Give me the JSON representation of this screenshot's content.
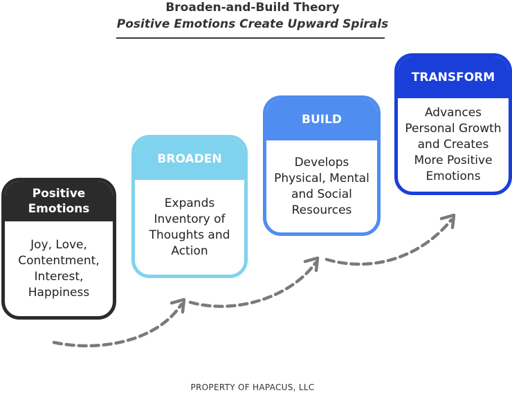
{
  "title": "Broaden-and-Build Theory",
  "subtitle": "Positive Emotions Create Upward Spirals",
  "footer": "PROPERTY OF HAPACUS, LLC",
  "colors": {
    "positive": "#2b2b2b",
    "broaden": "#7fd3ee",
    "build": "#4f8df0",
    "transform": "#1a3fd8",
    "arrow": "#7a7a7a"
  },
  "steps": [
    {
      "heading": "Positive Emotions",
      "body": "Joy, Love, Contentment, Interest, Happiness"
    },
    {
      "heading": "BROADEN",
      "body": "Expands Inventory of Thoughts and Action"
    },
    {
      "heading": "BUILD",
      "body": "Develops Physical, Mental and Social Resources"
    },
    {
      "heading": "TRANSFORM",
      "body": "Advances Personal Growth and Creates More Positive Emotions"
    }
  ]
}
